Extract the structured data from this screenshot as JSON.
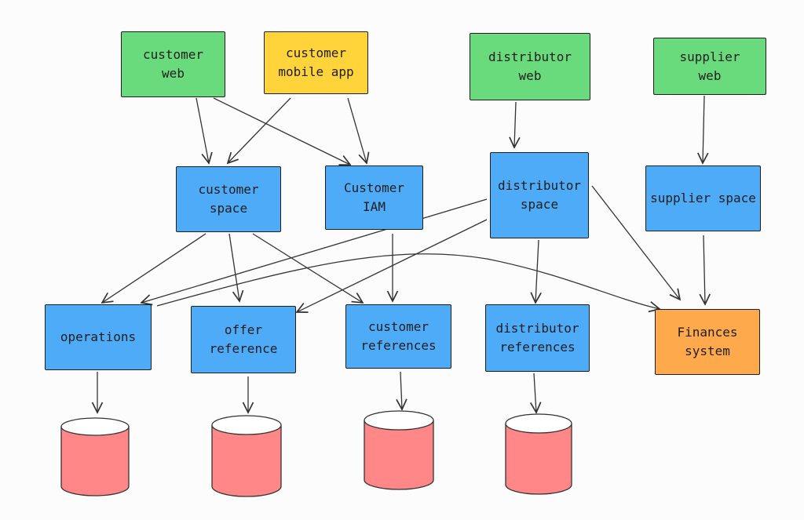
{
  "nodes": {
    "customer_web": {
      "label": "customer\nweb",
      "color": "#69db7c"
    },
    "customer_mobile_app": {
      "label": "customer\nmobile app",
      "color": "#ffd43b"
    },
    "distributor_web": {
      "label": "distributor\nweb",
      "color": "#69db7c"
    },
    "supplier_web": {
      "label": "supplier\nweb",
      "color": "#69db7c"
    },
    "customer_space": {
      "label": "customer\nspace",
      "color": "#4dabf7"
    },
    "customer_iam": {
      "label": "Customer\nIAM",
      "color": "#4dabf7"
    },
    "distributor_space": {
      "label": "distributor\nspace",
      "color": "#4dabf7"
    },
    "supplier_space": {
      "label": "supplier space",
      "color": "#4dabf7"
    },
    "operations": {
      "label": "operations",
      "color": "#4dabf7"
    },
    "offer_reference": {
      "label": "offer\nreference",
      "color": "#4dabf7"
    },
    "customer_references": {
      "label": "customer\nreferences",
      "color": "#4dabf7"
    },
    "distributor_references": {
      "label": "distributor\nreferences",
      "color": "#4dabf7"
    },
    "finances_system": {
      "label": "Finances\nsystem",
      "color": "#ffa94d"
    }
  },
  "databases": [
    "operations-db",
    "offer-reference-db",
    "customer-references-db",
    "distributor-references-db"
  ],
  "database_color": "#ff8787",
  "edges": [
    [
      "customer_web",
      "customer_space"
    ],
    [
      "customer_web",
      "customer_iam"
    ],
    [
      "customer_mobile_app",
      "customer_space"
    ],
    [
      "customer_mobile_app",
      "customer_iam"
    ],
    [
      "distributor_web",
      "distributor_space"
    ],
    [
      "supplier_web",
      "supplier_space"
    ],
    [
      "customer_space",
      "operations"
    ],
    [
      "customer_space",
      "offer_reference"
    ],
    [
      "customer_space",
      "customer_references"
    ],
    [
      "customer_iam",
      "customer_references"
    ],
    [
      "distributor_space",
      "operations"
    ],
    [
      "distributor_space",
      "offer_reference"
    ],
    [
      "distributor_space",
      "distributor_references"
    ],
    [
      "distributor_space",
      "finances_system"
    ],
    [
      "supplier_space",
      "finances_system"
    ],
    [
      "operations",
      "finances_system"
    ],
    [
      "operations",
      "operations-db"
    ],
    [
      "offer_reference",
      "offer-reference-db"
    ],
    [
      "customer_references",
      "customer-references-db"
    ],
    [
      "distributor_references",
      "distributor-references-db"
    ]
  ]
}
